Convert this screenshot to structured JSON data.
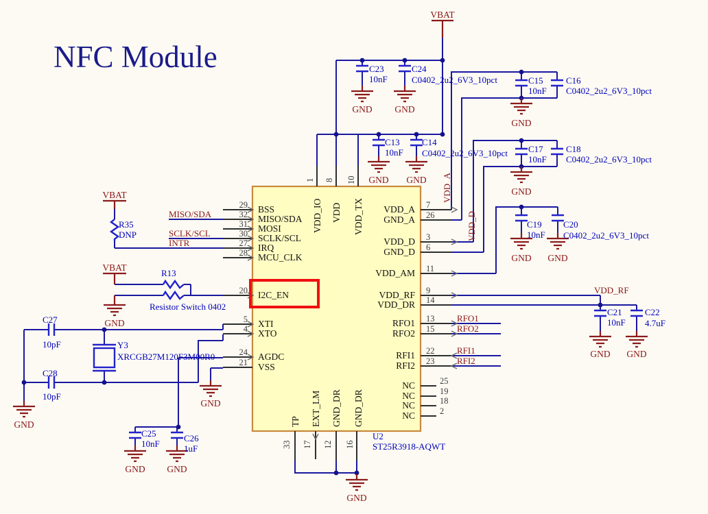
{
  "title": "NFC Module",
  "power": {
    "vbat": "VBAT",
    "gnd": "GND"
  },
  "ic": {
    "designator": "U2",
    "part": "ST25R3918-AQWT",
    "left_pins": [
      {
        "num": "29",
        "name": "BSS"
      },
      {
        "num": "32",
        "name": "MISO/SDA"
      },
      {
        "num": "31",
        "name": "MOSI"
      },
      {
        "num": "30",
        "name": "SCLK/SCL"
      },
      {
        "num": "27",
        "name": "IRQ"
      },
      {
        "num": "28",
        "name": "MCU_CLK"
      },
      {
        "num": "20",
        "name": "I2C_EN"
      },
      {
        "num": "5",
        "name": "XTI"
      },
      {
        "num": "4",
        "name": "XTO"
      },
      {
        "num": "24",
        "name": "AGDC"
      },
      {
        "num": "21",
        "name": "VSS"
      }
    ],
    "right_pins": [
      {
        "num": "7",
        "name": "VDD_A"
      },
      {
        "num": "26",
        "name": "GND_A"
      },
      {
        "num": "3",
        "name": "VDD_D"
      },
      {
        "num": "6",
        "name": "GND_D"
      },
      {
        "num": "11",
        "name": "VDD_AM"
      },
      {
        "num": "9",
        "name": "VDD_RF"
      },
      {
        "num": "14",
        "name": "VDD_DR"
      },
      {
        "num": "13",
        "name": "RFO1"
      },
      {
        "num": "15",
        "name": "RFO2"
      },
      {
        "num": "22",
        "name": "RFI1"
      },
      {
        "num": "23",
        "name": "RFI2"
      },
      {
        "num": "25",
        "name": "NC"
      },
      {
        "num": "19",
        "name": "NC"
      },
      {
        "num": "18",
        "name": "NC"
      },
      {
        "num": "2",
        "name": "NC"
      }
    ],
    "top_pins": [
      {
        "num": "1",
        "name": "VDD_IO"
      },
      {
        "num": "8",
        "name": "VDD"
      },
      {
        "num": "10",
        "name": "VDD_TX"
      }
    ],
    "bottom_pins": [
      {
        "num": "33",
        "name": "TP"
      },
      {
        "num": "17",
        "name": "EXT_LM"
      },
      {
        "num": "12",
        "name": "GND_DR"
      },
      {
        "num": "16",
        "name": "GND_DR"
      }
    ]
  },
  "nets": {
    "miso_sda": "MISO/SDA",
    "sclk_scl": "SCLK/SCL",
    "intr": "INTR",
    "rfo1": "RFO1",
    "rfo2": "RFO2",
    "rfi1": "RFI1",
    "rfi2": "RFI2",
    "vdd_rf": "VDD_RF",
    "vdd_a": "VDD_A",
    "vdd_d": "VDD_D"
  },
  "components": {
    "c13": {
      "ref": "C13",
      "value": "10nF"
    },
    "c14": {
      "ref": "C14",
      "value": "C0402_2u2_6V3_10pct"
    },
    "c15": {
      "ref": "C15",
      "value": "10nF"
    },
    "c16": {
      "ref": "C16",
      "value": "C0402_2u2_6V3_10pct"
    },
    "c17": {
      "ref": "C17",
      "value": "10nF"
    },
    "c18": {
      "ref": "C18",
      "value": "C0402_2u2_6V3_10pct"
    },
    "c19": {
      "ref": "C19",
      "value": "10nF"
    },
    "c20": {
      "ref": "C20",
      "value": "C0402_2u2_6V3_10pct"
    },
    "c21": {
      "ref": "C21",
      "value": "10nF"
    },
    "c22": {
      "ref": "C22",
      "value": "4.7uF"
    },
    "c23": {
      "ref": "C23",
      "value": "10nF"
    },
    "c24": {
      "ref": "C24",
      "value": "C0402_2u2_6V3_10pct"
    },
    "c25": {
      "ref": "C25",
      "value": "10nF"
    },
    "c26": {
      "ref": "C26",
      "value": "1uF"
    },
    "c27": {
      "ref": "C27",
      "value": "10pF"
    },
    "c28": {
      "ref": "C28",
      "value": "10pF"
    },
    "r35": {
      "ref": "R35",
      "value": "DNP"
    },
    "r13": {
      "ref": "R13",
      "value": "Resistor Switch 0402"
    },
    "y3": {
      "ref": "Y3",
      "value": "XRCGB27M120F3M00R0"
    }
  },
  "colors": {
    "background": "#fcfaf3",
    "wire": "#1a18a0",
    "symbol_blue": "#2222cc",
    "net_red": "#8b1616",
    "component_text": "#0000b8",
    "ic_fill": "#fffdc2",
    "ic_border": "#c8893c",
    "highlight": "#ee1111",
    "title": "#1b1b8a"
  }
}
